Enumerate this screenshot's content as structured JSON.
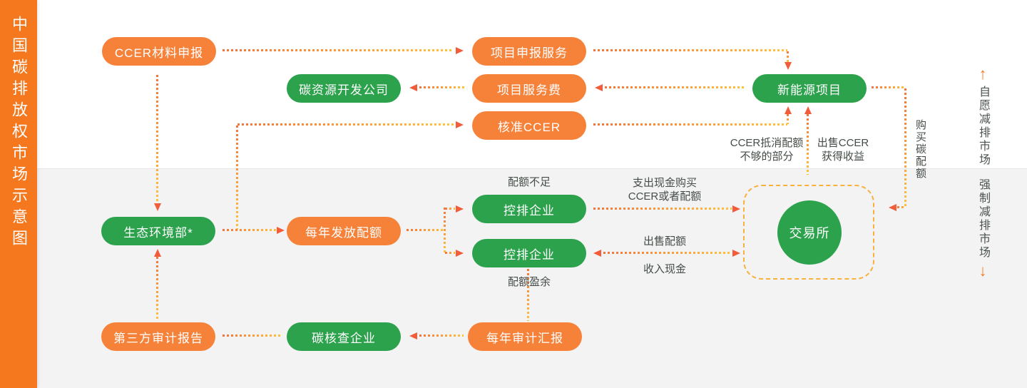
{
  "title": "中国碳排放权市场示意图",
  "zones": {
    "voluntary": "自愿减排市场",
    "mandatory": "强制减排市场"
  },
  "icons": {
    "up_arrow": "↑",
    "down_arrow": "↓"
  },
  "nodes": {
    "ccer_material": "CCER材料申报",
    "project_apply": "项目申报服务",
    "carbon_dev_co": "碳资源开发公司",
    "project_fee": "项目服务费",
    "approved_ccer": "核准CCER",
    "new_energy": "新能源项目",
    "moee": "生态环境部*",
    "annual_quota": "每年发放配额",
    "controlled_deficit": "控排企业",
    "controlled_surplus": "控排企业",
    "exchange": "交易所",
    "third_party_audit": "第三方审计报告",
    "carbon_verify_co": "碳核查企业",
    "annual_audit": "每年审计汇报"
  },
  "labels": {
    "quota_deficit": "配额不足",
    "quota_surplus": "配额盈余",
    "pay_cash_line1": "支出现金购买",
    "pay_cash_line2": "CCER或者配额",
    "sell_quota": "出售配额",
    "income_cash": "收入现金",
    "ccer_offset_line1": "CCER抵消配额",
    "ccer_offset_line2": "不够的部分",
    "sell_ccer_line1": "出售CCER",
    "sell_ccer_line2": "获得收益",
    "buy_carbon_quota": "购买碳配额"
  },
  "colors": {
    "sidebar_orange": "#F5781E",
    "pill_orange": "#F6823A",
    "pill_green": "#2CA24C",
    "arrowhead": "#F25C3B",
    "dot_orange": "#F3743B",
    "dot_yellow": "#FFC23C",
    "label_text": "#454D47",
    "lower_zone_bg": "#F3F3F4"
  }
}
